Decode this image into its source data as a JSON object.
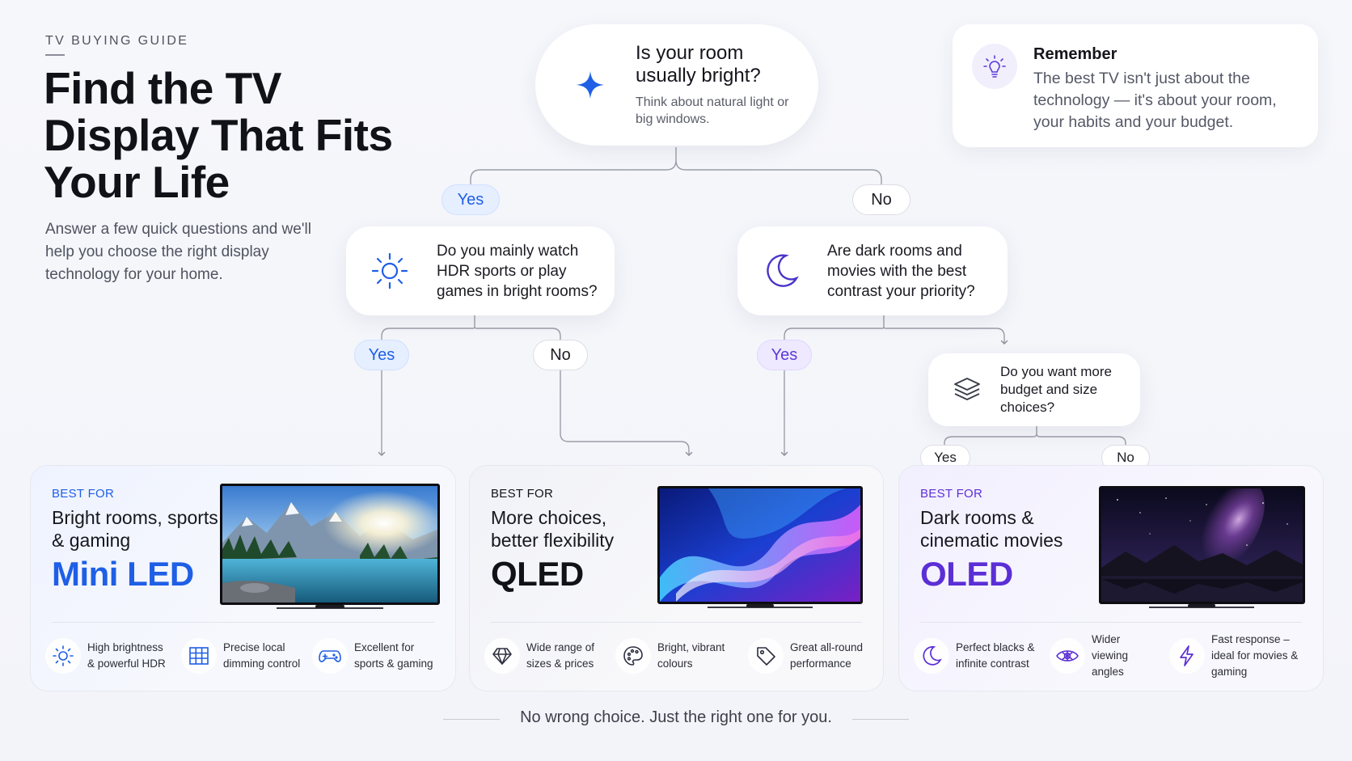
{
  "header": {
    "eyebrow": "TV BUYING GUIDE",
    "title": "Find the TV Display That Fits Your Life",
    "intro": "Answer a few quick questions and we'll help you choose the right display technology for your home."
  },
  "remember": {
    "icon": "lightbulb-icon",
    "title": "Remember",
    "body": "The best TV isn't just about the technology — it's about your room, your habits and your budget."
  },
  "questions": {
    "root": {
      "icon": "sparkle-icon",
      "title": "Is your room usually bright?",
      "subtitle": "Think about natural light or big windows."
    },
    "bright": {
      "icon": "sun-icon",
      "text": "Do you mainly watch HDR sports or play games in bright rooms?"
    },
    "dark": {
      "icon": "moon-icon",
      "text": "Are dark rooms and movies with the best contrast your priority?"
    },
    "budget": {
      "icon": "layers-icon",
      "text": "Do you want more budget and size choices?"
    }
  },
  "answers": {
    "root_yes": "Yes",
    "root_no": "No",
    "bright_yes": "Yes",
    "bright_no": "No",
    "dark_yes": "Yes",
    "budget_yes": "Yes",
    "budget_no": "No"
  },
  "results": [
    {
      "id": "miniled",
      "best_for": "BEST FOR",
      "title": "Bright rooms, sports & gaming",
      "name": "Mini LED",
      "accent": "#1f5fe6",
      "features": [
        {
          "icon": "sun-icon",
          "text": "High brightness & powerful HDR"
        },
        {
          "icon": "grid-icon",
          "text": "Precise local dimming control"
        },
        {
          "icon": "gamepad-icon",
          "text": "Excellent for sports & gaming"
        }
      ]
    },
    {
      "id": "qled",
      "best_for": "BEST FOR",
      "title": "More choices, better flexibility",
      "name": "QLED",
      "accent": "#111118",
      "features": [
        {
          "icon": "diamond-icon",
          "text": "Wide range of sizes & prices"
        },
        {
          "icon": "palette-icon",
          "text": "Bright, vibrant colours"
        },
        {
          "icon": "tag-icon",
          "text": "Great all-round performance"
        }
      ]
    },
    {
      "id": "oled",
      "best_for": "BEST FOR",
      "title": "Dark rooms & cinematic movies",
      "name": "OLED",
      "accent": "#5b2fd6",
      "features": [
        {
          "icon": "moon-icon",
          "text": "Perfect blacks & infinite contrast"
        },
        {
          "icon": "eye-icon",
          "text": "Wider viewing angles"
        },
        {
          "icon": "lightning-icon",
          "text": "Fast response – ideal for movies & gaming"
        }
      ]
    }
  ],
  "footer": "No wrong choice. Just the right one for you."
}
